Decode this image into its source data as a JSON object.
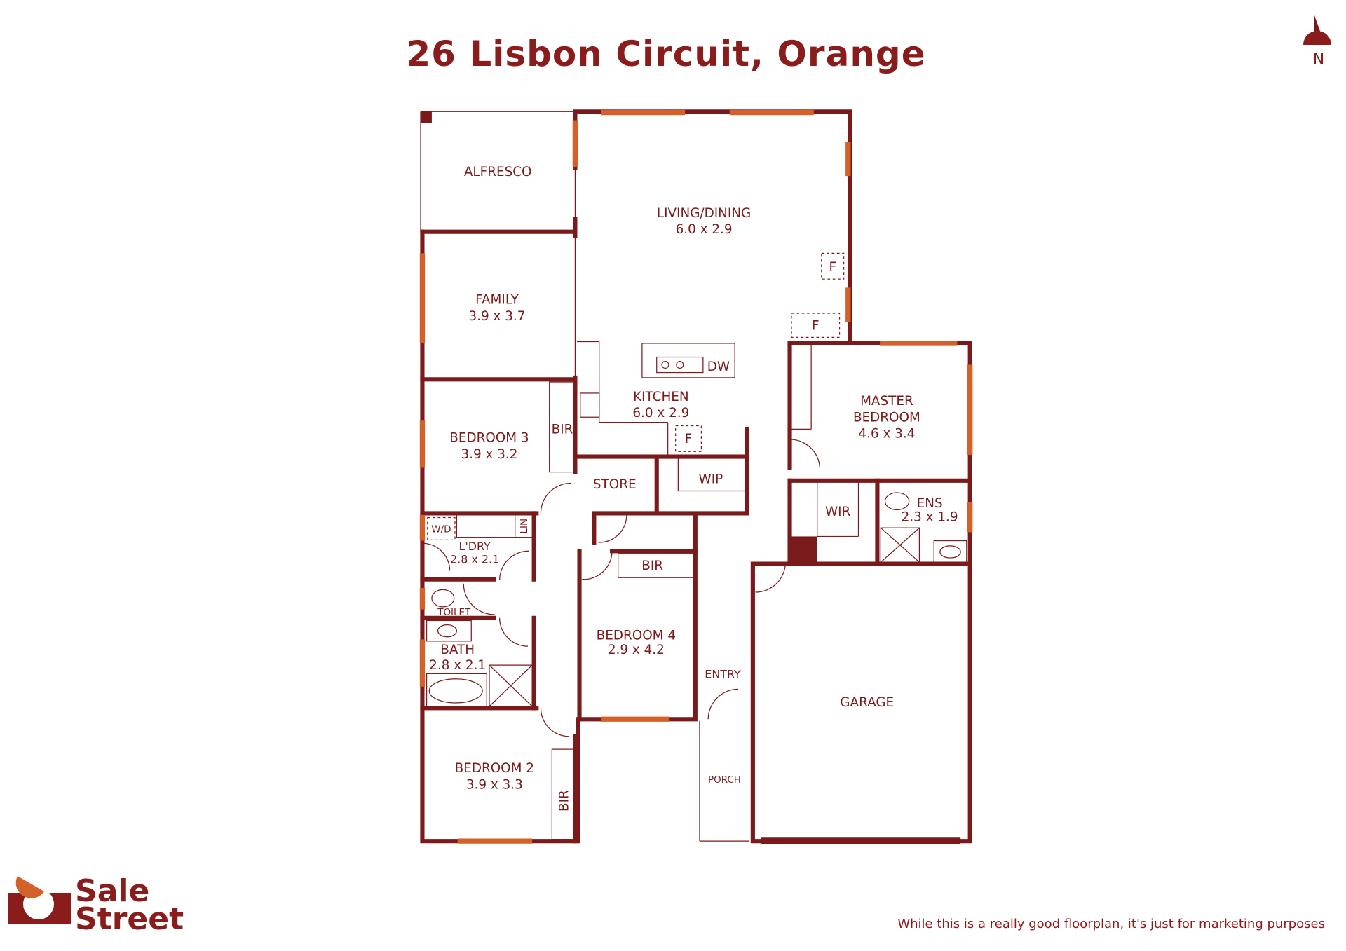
{
  "title": "26 Lisbon Circuit, Orange",
  "north_label": "N",
  "rooms": {
    "alfresco": {
      "name": "ALFRESCO"
    },
    "living": {
      "name": "LIVING/DINING",
      "size": "6.0 x 2.9"
    },
    "family": {
      "name": "FAMILY",
      "size": "3.9 x 3.7"
    },
    "kitchen": {
      "name": "KITCHEN",
      "size": "6.0 x 2.9"
    },
    "bedroom3": {
      "name": "BEDROOM 3",
      "size": "3.9 x 3.2"
    },
    "master": {
      "name1": "MASTER",
      "name2": "BEDROOM",
      "size": "4.6 x 3.4"
    },
    "store": {
      "name": "STORE"
    },
    "wip": {
      "name": "WIP"
    },
    "wir": {
      "name": "WIR"
    },
    "ens": {
      "name": "ENS",
      "size": "2.3 x 1.9"
    },
    "laundry": {
      "name": "L'DRY",
      "size": "2.8 x 2.1"
    },
    "toilet": {
      "name": "TOILET"
    },
    "bath": {
      "name": "BATH",
      "size": "2.8 x 2.1"
    },
    "bedroom4": {
      "name": "BEDROOM 4",
      "size": "2.9 x 4.2"
    },
    "bedroom2": {
      "name": "BEDROOM 2",
      "size": "3.9 x 3.3"
    },
    "entry": {
      "name": "ENTRY"
    },
    "porch": {
      "name": "PORCH"
    },
    "garage": {
      "name": "GARAGE"
    }
  },
  "fixtures": {
    "fridge": "F",
    "dishwasher": "DW",
    "bir": "BIR",
    "linen": "LIN",
    "washer_dryer": "W/D"
  },
  "logo": {
    "line1": "Sale",
    "line2": "Street"
  },
  "disclaimer": "While this is a really good floorplan, it's just for marketing purposes",
  "colors": {
    "wall": "#7a1a1a",
    "window": "#d4602a",
    "title": "#8a1c1c"
  }
}
